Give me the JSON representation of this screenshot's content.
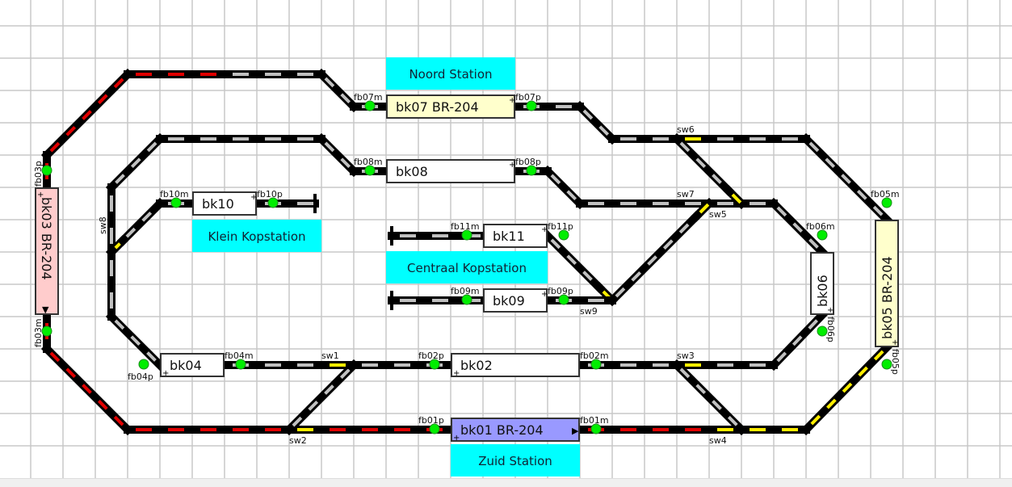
{
  "colors": {
    "grid": "#c8c8c8",
    "track": "#000000",
    "free": "#c0c0c0",
    "reserved": "#e00000",
    "route": "#ffee00",
    "sensor_on": "#00ee00",
    "label_bg": "#00ffff"
  },
  "labels": [
    {
      "id": "noord",
      "text": "Noord Station"
    },
    {
      "id": "klein",
      "text": "Klein Kopstation"
    },
    {
      "id": "centraal",
      "text": "Centraal Kopstation"
    },
    {
      "id": "zuid",
      "text": "Zuid Station"
    }
  ],
  "blocks": [
    {
      "id": "bk07",
      "text": "bk07 BR-204",
      "fill": "#ffffcc",
      "arrow": ""
    },
    {
      "id": "bk08",
      "text": "bk08",
      "fill": "#ffffff",
      "arrow": ""
    },
    {
      "id": "bk10",
      "text": "bk10",
      "fill": "#ffffff",
      "arrow": ""
    },
    {
      "id": "bk11",
      "text": "bk11",
      "fill": "#ffffff",
      "arrow": ""
    },
    {
      "id": "bk09",
      "text": "bk09",
      "fill": "#ffffff",
      "arrow": ""
    },
    {
      "id": "bk04",
      "text": "bk04",
      "fill": "#ffffff",
      "arrow": ""
    },
    {
      "id": "bk02",
      "text": "bk02",
      "fill": "#ffffff",
      "arrow": ""
    },
    {
      "id": "bk01",
      "text": "bk01 BR-204",
      "fill": "#9999ff",
      "arrow": "▶"
    },
    {
      "id": "bk03",
      "text": "bk03 BR-204",
      "fill": "#ffcccc",
      "arrow": "▼"
    },
    {
      "id": "bk06",
      "text": "bk06",
      "fill": "#ffffff",
      "arrow": ""
    },
    {
      "id": "bk05",
      "text": "bk05 BR-204",
      "fill": "#ffffcc",
      "arrow": ""
    }
  ],
  "block_plus": "+",
  "sensors": [
    {
      "id": "fb07m",
      "label": "fb07m"
    },
    {
      "id": "fb07p",
      "label": "fb07p"
    },
    {
      "id": "fb08m",
      "label": "fb08m"
    },
    {
      "id": "fb08p",
      "label": "fb08p"
    },
    {
      "id": "fb10m",
      "label": "fb10m"
    },
    {
      "id": "fb10p",
      "label": "fb10p"
    },
    {
      "id": "fb11m",
      "label": "fb11m"
    },
    {
      "id": "fb11p",
      "label": "fb11p"
    },
    {
      "id": "fb09m",
      "label": "fb09m"
    },
    {
      "id": "fb09p",
      "label": "fb09p"
    },
    {
      "id": "fb04m",
      "label": "fb04m"
    },
    {
      "id": "fb04p",
      "label": "fb04p"
    },
    {
      "id": "fb02p",
      "label": "fb02p"
    },
    {
      "id": "fb02m",
      "label": "fb02m"
    },
    {
      "id": "fb01p",
      "label": "fb01p"
    },
    {
      "id": "fb01m",
      "label": "fb01m"
    },
    {
      "id": "fb03p",
      "label": "fb03p"
    },
    {
      "id": "fb03m",
      "label": "fb03m"
    },
    {
      "id": "fb06m",
      "label": "fb06m"
    },
    {
      "id": "fb06p",
      "label": "fb06p"
    },
    {
      "id": "fb05m",
      "label": "fb05m"
    },
    {
      "id": "fb05p",
      "label": "fb05p"
    }
  ],
  "switches": [
    {
      "id": "sw1",
      "label": "sw1"
    },
    {
      "id": "sw2",
      "label": "sw2"
    },
    {
      "id": "sw3",
      "label": "sw3"
    },
    {
      "id": "sw4",
      "label": "sw4"
    },
    {
      "id": "sw5",
      "label": "sw5"
    },
    {
      "id": "sw6",
      "label": "sw6"
    },
    {
      "id": "sw7",
      "label": "sw7"
    },
    {
      "id": "sw8",
      "label": "sw8"
    },
    {
      "id": "sw9",
      "label": "sw9"
    }
  ]
}
